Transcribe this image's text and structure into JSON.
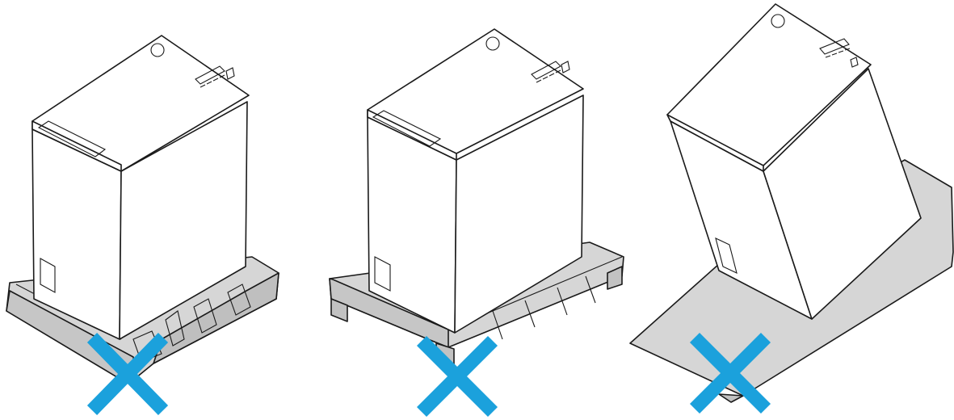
{
  "figure": {
    "panels": [
      {
        "id": "foam-base",
        "prohibited": true
      },
      {
        "id": "pallet",
        "prohibited": true
      },
      {
        "id": "ramp-incline",
        "prohibited": true
      }
    ]
  },
  "colors": {
    "prohibition_mark": "#1ba1dc",
    "support_fill": "#d6d6d6",
    "support_dark": "#c2c2c2",
    "line": "#1a1a1a",
    "appliance_fill": "#ffffff"
  },
  "icons": [
    "washing-machine-icon",
    "prohibited-cross-icon"
  ]
}
